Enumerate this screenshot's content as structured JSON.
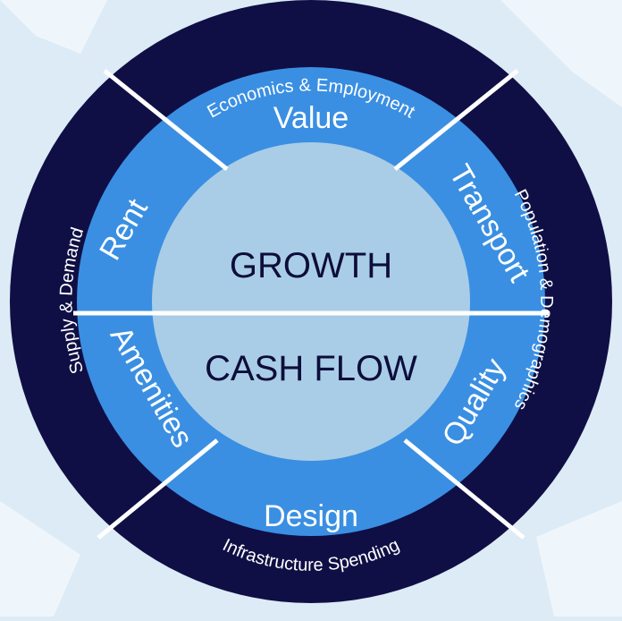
{
  "core": {
    "top_label": "GROWTH",
    "bottom_label": "CASH FLOW"
  },
  "middle_ring": {
    "labels": [
      "Value",
      "Transport",
      "Quality",
      "Design",
      "Amenities",
      "Rent"
    ]
  },
  "outer_ring": {
    "labels": [
      "Economics & Employment",
      "Population & Demographics",
      "Infrastructure Spending",
      "Supply & Demand"
    ]
  },
  "colors": {
    "background": "#dcebf6",
    "outer_ring": "#0f0f45",
    "middle_ring": "#3a8fe2",
    "core": "#a9cde6",
    "divider": "#ffffff",
    "core_text": "#0d0d3b"
  }
}
